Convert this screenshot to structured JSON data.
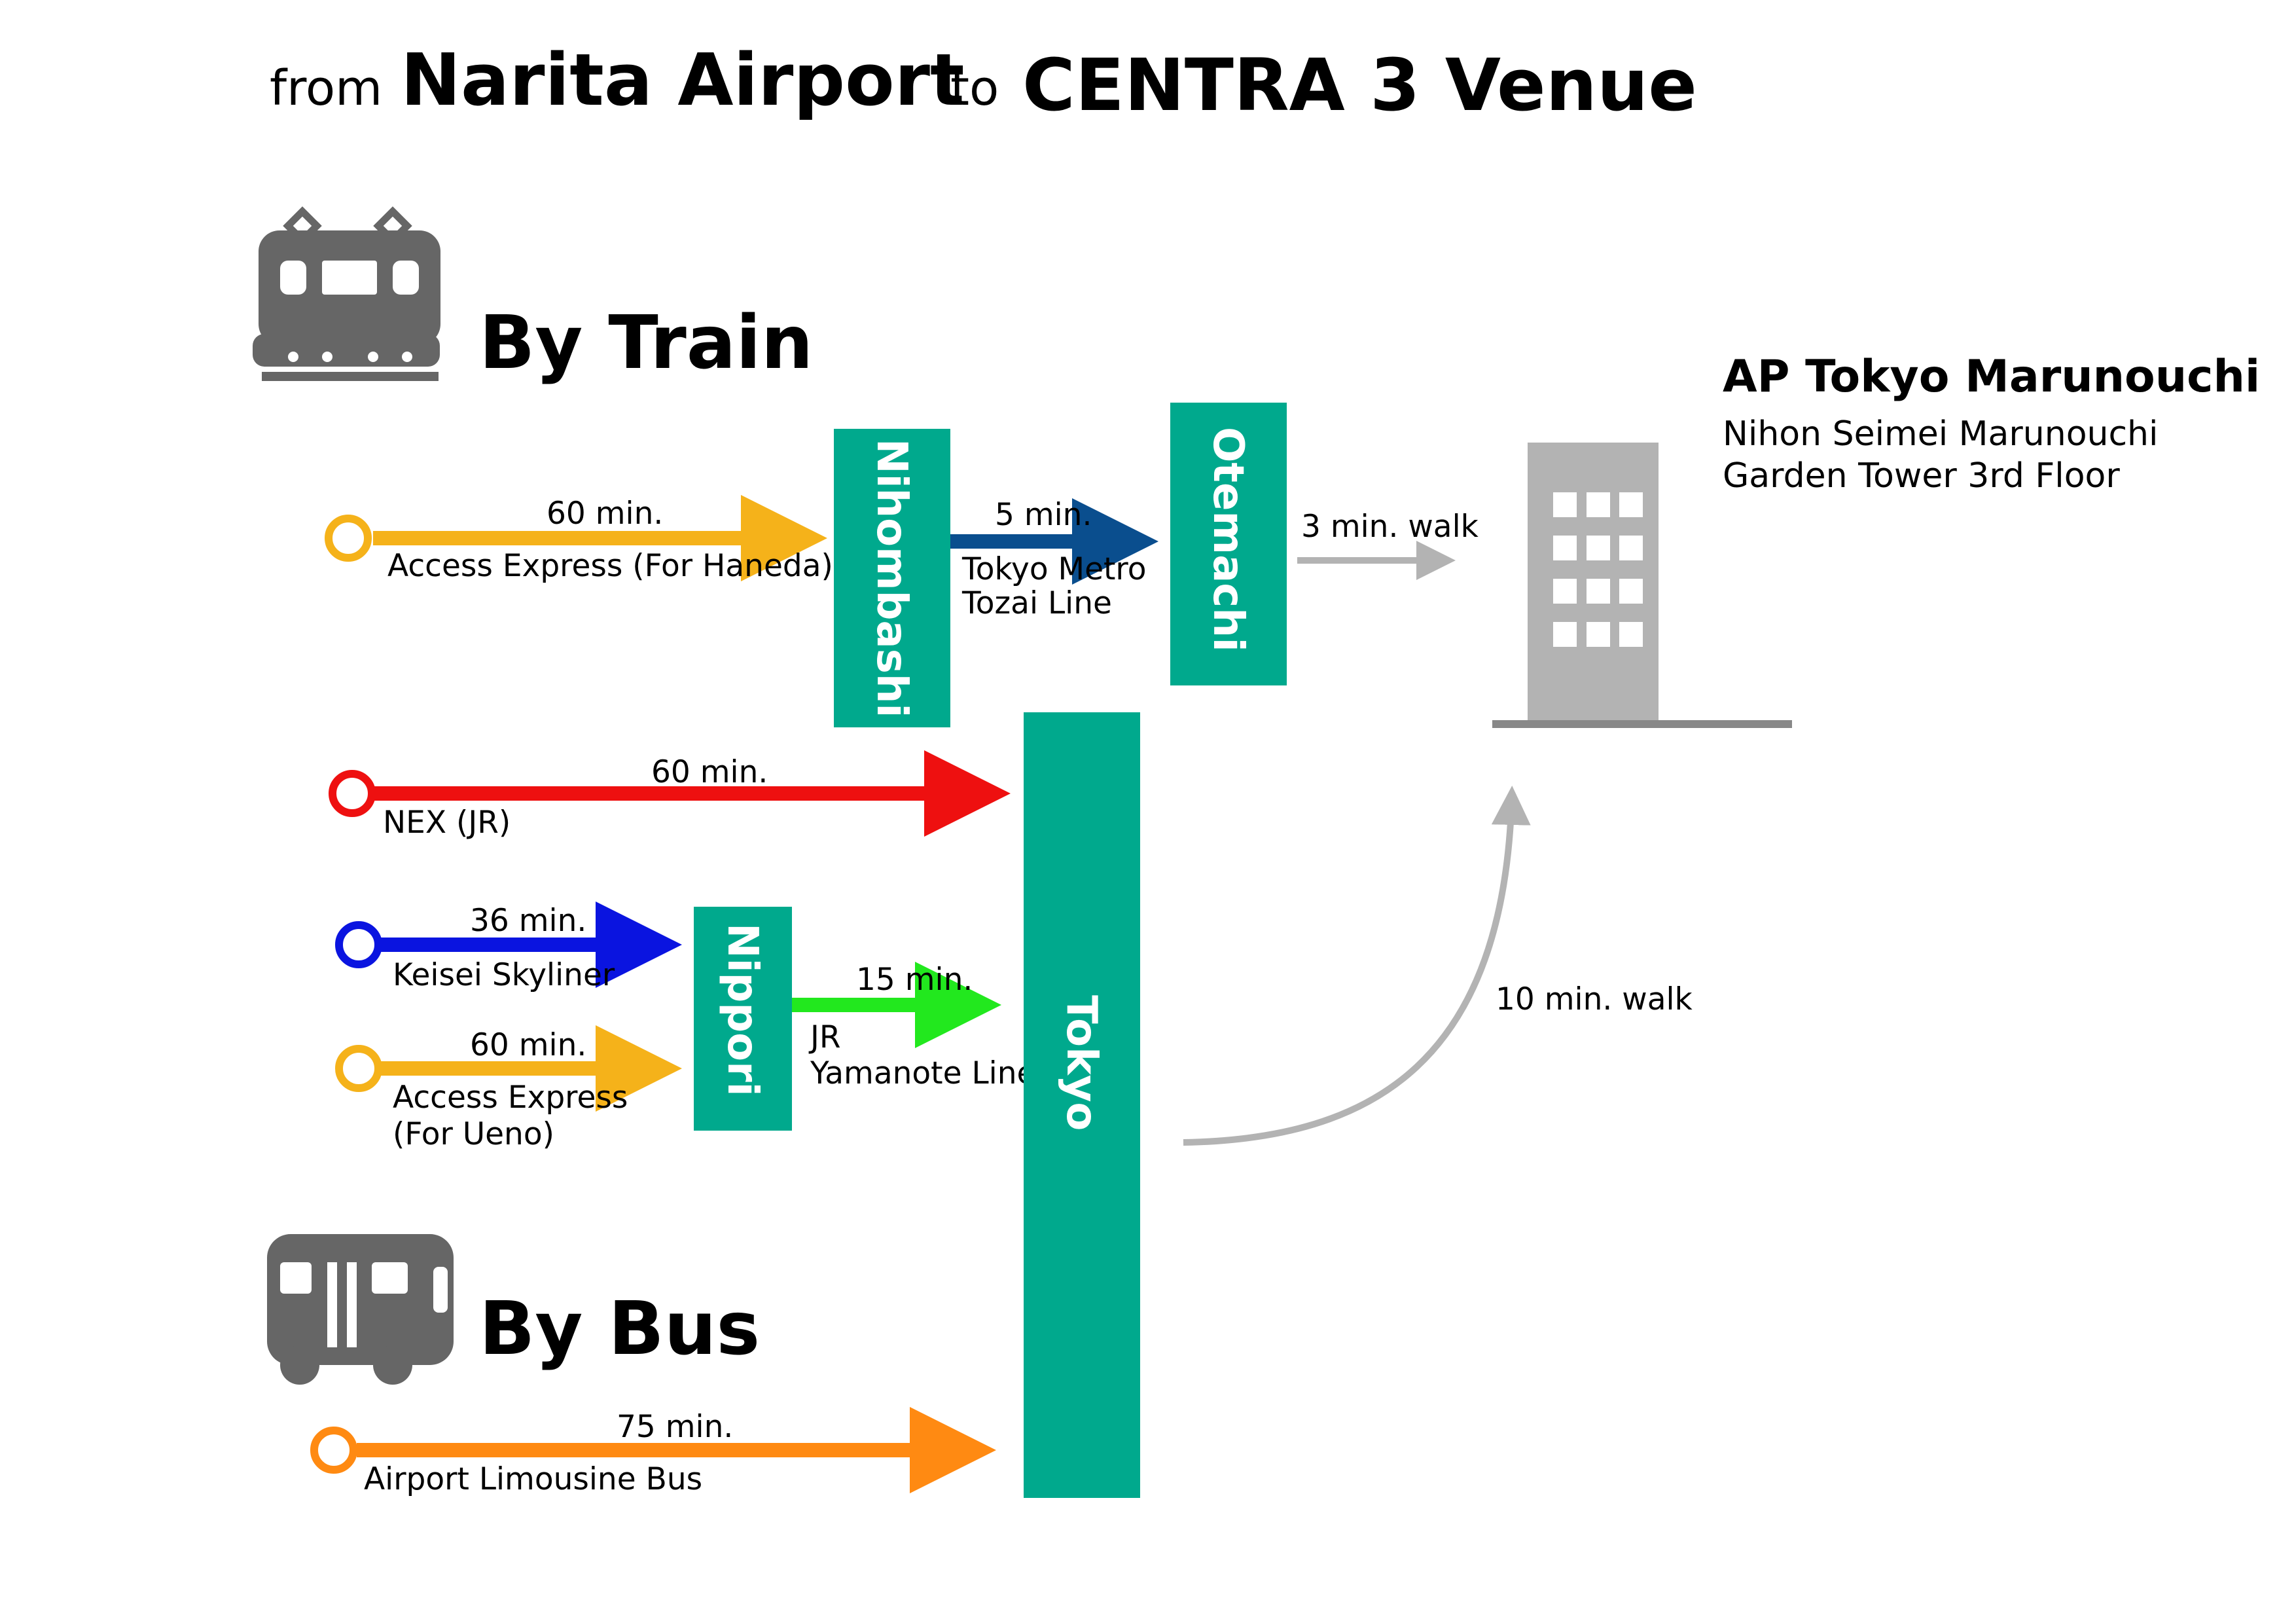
{
  "title": {
    "prefix": "from",
    "origin": "Narita Airport",
    "middle": "to",
    "destination": "CENTRA 3 Venue"
  },
  "sections": {
    "train": "By Train",
    "bus": "By Bus"
  },
  "icons": {
    "train": "train-icon",
    "bus": "bus-icon",
    "building": "office-building-icon"
  },
  "stations": {
    "nihombashi": "Nihombashi",
    "otemachi": "Otemachi",
    "tokyo": "Tokyo",
    "nippori": "Nippori"
  },
  "routes": {
    "access_haneda": {
      "time": "60 min.",
      "name": "Access Express (For Haneda)",
      "color": "#F5B21A"
    },
    "tozai": {
      "time": "5 min.",
      "name_line1": "Tokyo Metro",
      "name_line2": "Tozai Line",
      "color": "#0A4E8E"
    },
    "walk_otemachi": {
      "text": "3 min. walk",
      "color": "#B3B3B3"
    },
    "nex": {
      "time": "60 min.",
      "name": "NEX (JR)",
      "color": "#EE1010"
    },
    "skyliner": {
      "time": "36 min.",
      "name": "Keisei Skyliner",
      "color": "#0A14E0"
    },
    "access_ueno": {
      "time": "60 min.",
      "name_line1": "Access Express",
      "name_line2": "(For Ueno)",
      "color": "#F5B21A"
    },
    "yamanote": {
      "time": "15 min.",
      "name_line1": "JR",
      "name_line2": "Yamanote Line",
      "color": "#22E81E"
    },
    "walk_tokyo": {
      "text": "10 min. walk",
      "color": "#B3B3B3"
    },
    "limousine": {
      "time": "75 min.",
      "name": "Airport Limousine Bus",
      "color": "#FF8A12"
    }
  },
  "venue": {
    "name": "AP Tokyo Marunouchi",
    "line1": "Nihon Seimei Marunouchi",
    "line2": "Garden Tower 3rd Floor"
  },
  "colors": {
    "station": "#00A98D",
    "icon": "#666666",
    "building": "#B3B3B3",
    "ground": "#888888"
  }
}
